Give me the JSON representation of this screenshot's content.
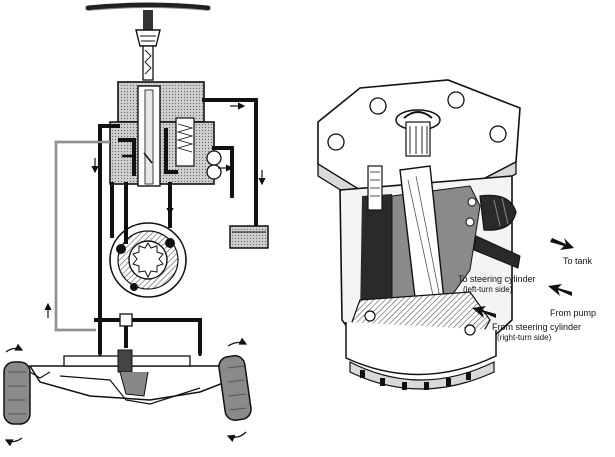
{
  "labels": {
    "to_tank": "To tank",
    "to_cyl_left": "To steering cylinder",
    "to_cyl_left_sub": "(left-turn side)",
    "from_pump": "From pump",
    "from_cyl_right": "From steering cylinder",
    "from_cyl_right_sub": "(right-turn side)"
  },
  "colors": {
    "ink": "#111111",
    "dark_fill": "#2a2a2a",
    "mid_fill": "#8a8a8a",
    "light_fill": "#d9d9d9",
    "paper": "#ffffff"
  }
}
